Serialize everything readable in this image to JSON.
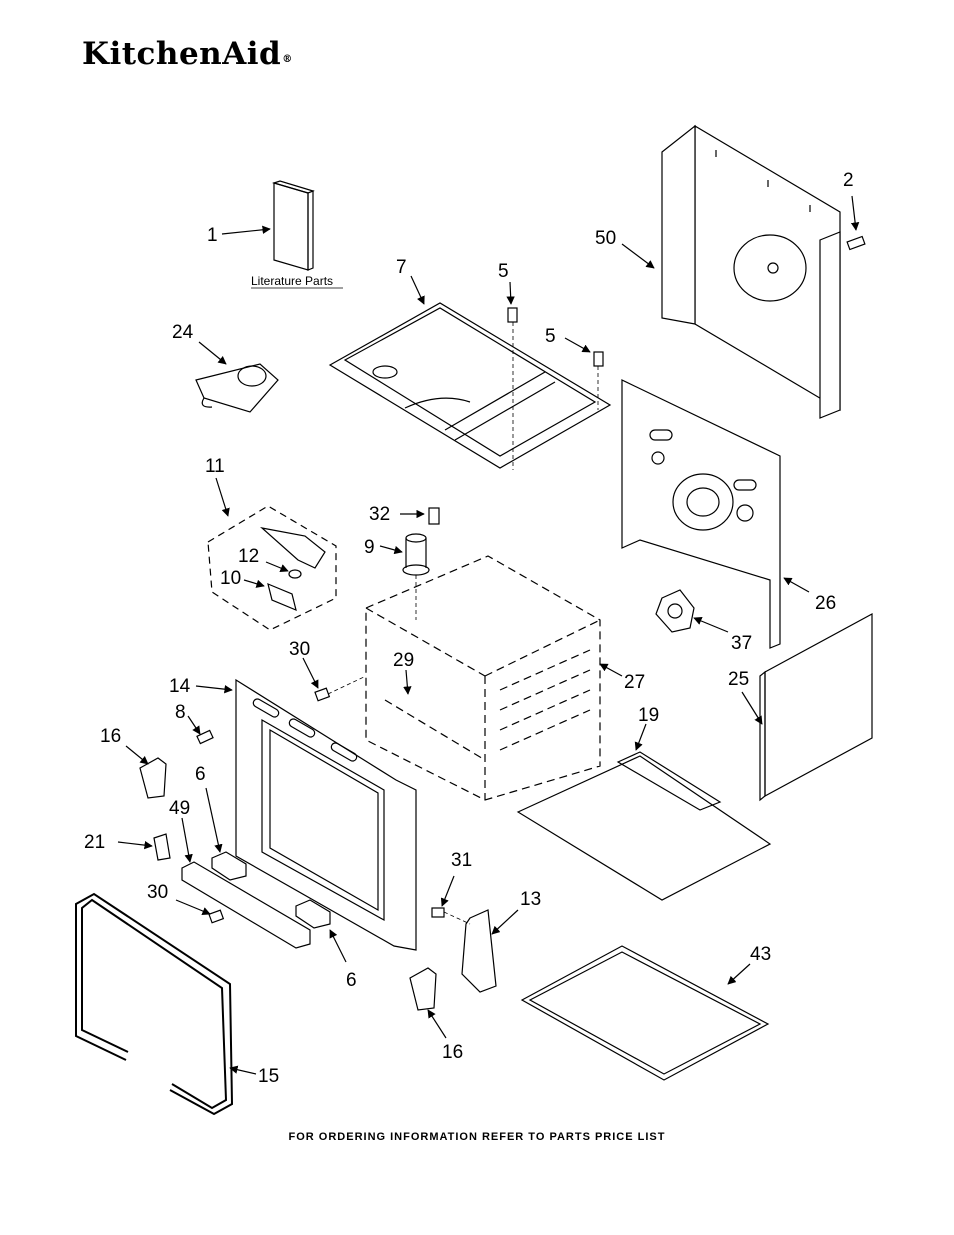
{
  "brand": {
    "name": "KitchenAid",
    "registered_mark": "®"
  },
  "literature_label": "Literature Parts",
  "callouts": [
    {
      "id": "c1",
      "label": "1"
    },
    {
      "id": "c2",
      "label": "2"
    },
    {
      "id": "c50",
      "label": "50"
    },
    {
      "id": "c7",
      "label": "7"
    },
    {
      "id": "c5a",
      "label": "5"
    },
    {
      "id": "c5b",
      "label": "5"
    },
    {
      "id": "c24",
      "label": "24"
    },
    {
      "id": "c11",
      "label": "11"
    },
    {
      "id": "c32",
      "label": "32"
    },
    {
      "id": "c9",
      "label": "9"
    },
    {
      "id": "c12",
      "label": "12"
    },
    {
      "id": "c10",
      "label": "10"
    },
    {
      "id": "c26",
      "label": "26"
    },
    {
      "id": "c37",
      "label": "37"
    },
    {
      "id": "c30a",
      "label": "30"
    },
    {
      "id": "c29",
      "label": "29"
    },
    {
      "id": "c27",
      "label": "27"
    },
    {
      "id": "c14",
      "label": "14"
    },
    {
      "id": "c8",
      "label": "8"
    },
    {
      "id": "c25",
      "label": "25"
    },
    {
      "id": "c19",
      "label": "19"
    },
    {
      "id": "c16a",
      "label": "16"
    },
    {
      "id": "c6a",
      "label": "6"
    },
    {
      "id": "c49",
      "label": "49"
    },
    {
      "id": "c21",
      "label": "21"
    },
    {
      "id": "c31",
      "label": "31"
    },
    {
      "id": "c30b",
      "label": "30"
    },
    {
      "id": "c13",
      "label": "13"
    },
    {
      "id": "c6b",
      "label": "6"
    },
    {
      "id": "c43",
      "label": "43"
    },
    {
      "id": "c16b",
      "label": "16"
    },
    {
      "id": "c15",
      "label": "15"
    }
  ],
  "footer": "FOR ORDERING INFORMATION REFER TO PARTS PRICE LIST"
}
